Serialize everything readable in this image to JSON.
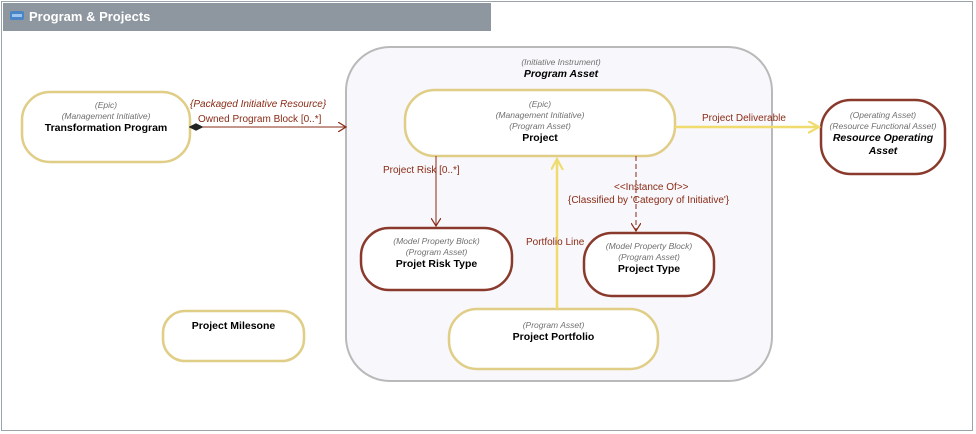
{
  "header": {
    "title": "Program & Projects"
  },
  "nodes": {
    "program_asset_group": {
      "stereotypes": [
        "(Initiative Instrument)"
      ],
      "name": "Program Asset"
    },
    "transformation_program": {
      "stereotypes": [
        "(Epic)",
        "(Management Initiative)"
      ],
      "name": "Transformation Program"
    },
    "project": {
      "stereotypes": [
        "(Epic)",
        "(Management Initiative)",
        "(Program Asset)"
      ],
      "name": "Project"
    },
    "resource_operating_asset": {
      "stereotypes": [
        "(Operating Asset)",
        "(Resource Functional Asset)"
      ],
      "name": "Resource Operating Asset"
    },
    "projet_risk_type": {
      "stereotypes": [
        "(Model Property Block)",
        "(Program Asset)"
      ],
      "name": "Projet Risk Type"
    },
    "project_type": {
      "stereotypes": [
        "(Model Property Block)",
        "(Program Asset)"
      ],
      "name": "Project Type"
    },
    "project_portfolio": {
      "stereotypes": [
        "(Program Asset)"
      ],
      "name": "Project Portfolio"
    },
    "project_milesone": {
      "name": "Project Milesone"
    }
  },
  "edges": {
    "packaged_initiative_resource": "{Packaged Initiative Resource}",
    "owned_program_block": "Owned Program Block [0..*]",
    "project_deliverable": "Project Deliverable",
    "project_risk": "Project Risk [0..*]",
    "instance_of": "<<Instance Of>>",
    "classified_by": "{Classified by 'Category of Initiative'}",
    "portfolio_line": "Portfolio Line"
  },
  "colors": {
    "initiative_border": "#e0cd86",
    "asset_border": "#8a3a2c",
    "group_border": "#b9b9b9",
    "group_fill": "#f8f7fb",
    "edge_dark": "#8a2b16",
    "edge_yellow": "#f0dc6e",
    "title_bar": "#8e979f"
  }
}
